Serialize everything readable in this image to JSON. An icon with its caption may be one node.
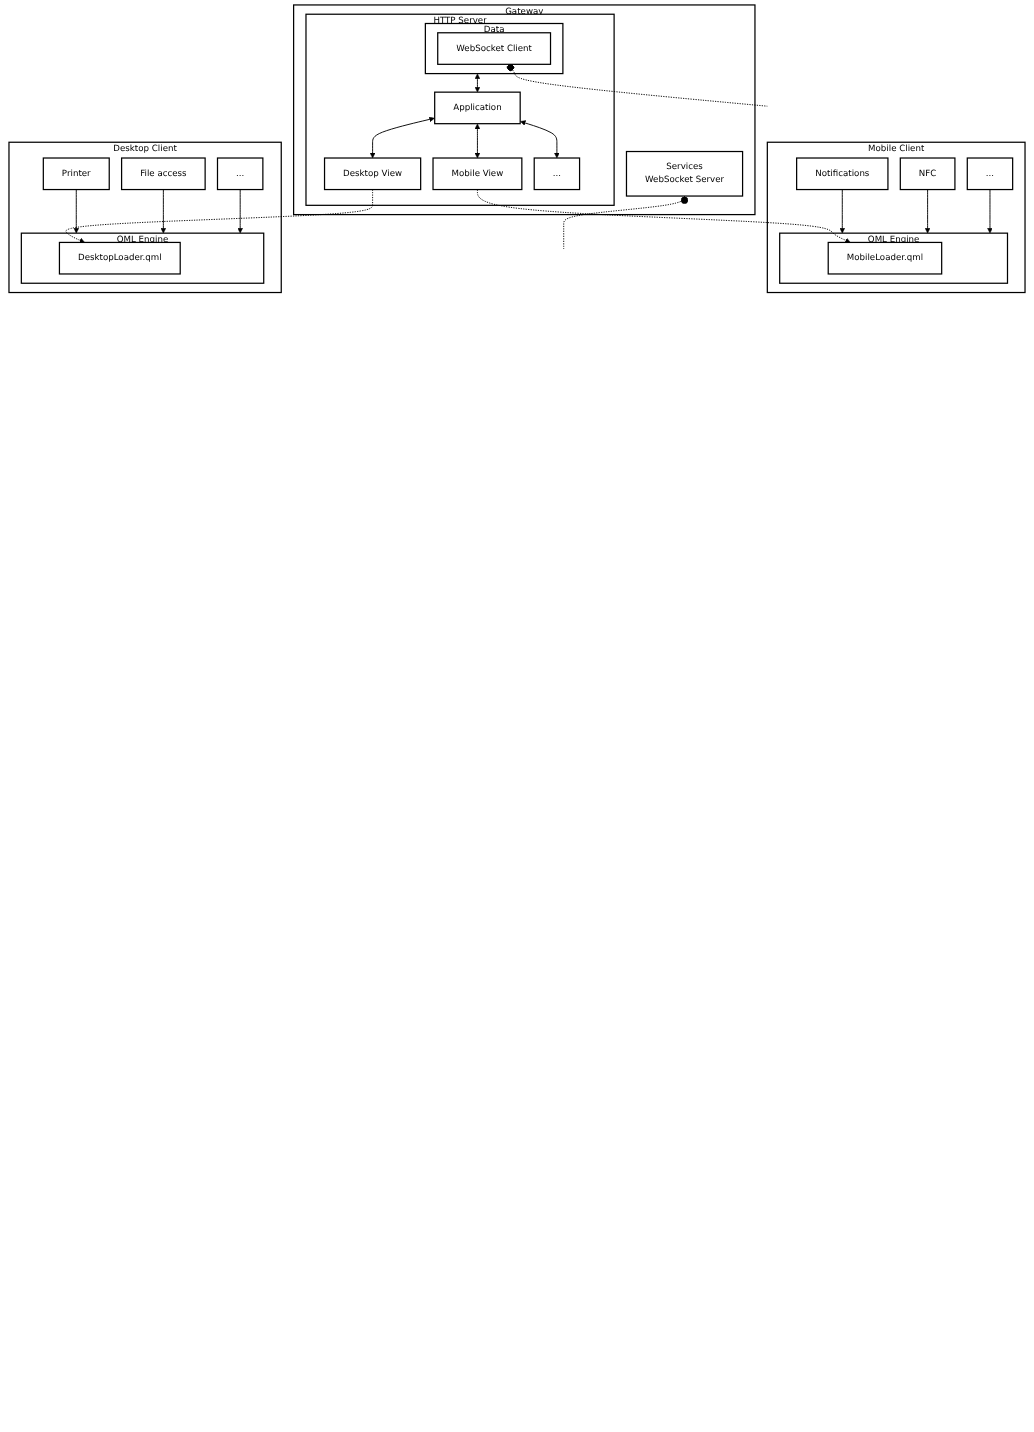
{
  "diagram": {
    "nodes": [
      {
        "text": [
          "Gateway"
        ]
      },
      {
        "text": [
          "Services",
          "WebSocket Server"
        ],
        "in": 0
      },
      {
        "text": [
          "HTTP Server"
        ],
        "in": 0
      },
      {
        "text": [
          "Data"
        ],
        "in": 2
      },
      {
        "text": [
          "WebSocket Client"
        ],
        "in": 3
      },
      {
        "text": [
          "Application"
        ],
        "in": 2
      },
      {
        "text": [
          "Mobile View"
        ],
        "in": 2
      },
      {
        "text": [
          "Desktop View"
        ],
        "in": 2
      },
      {
        "text": [
          "..."
        ],
        "in": 2
      },
      {
        "text": [
          "Mobile Client"
        ]
      },
      {
        "text": [
          "QML Engine"
        ],
        "in": 9
      },
      {
        "text": [
          "MobileLoader.qml"
        ],
        "in": 10
      },
      {
        "text": [
          "Notifications"
        ],
        "in": 9
      },
      {
        "text": [
          "NFC"
        ],
        "in": 9
      },
      {
        "text": [
          "..."
        ],
        "in": 9
      },
      {
        "text": [
          "Desktop Client"
        ]
      },
      {
        "text": [
          "QML Engine"
        ],
        "in": 15
      },
      {
        "text": [
          "DesktopLoader.qml"
        ],
        "in": 16
      },
      {
        "text": [
          "Printer"
        ],
        "in": 15
      },
      {
        "text": [
          "File access"
        ],
        "in": 15
      },
      {
        "text": [
          "..."
        ],
        "in": 15
      }
    ],
    "edges": [
      {
        "from": 1,
        "to": null,
        "arrow": "other",
        "style": "dashed"
      },
      {
        "from": 4,
        "to": null,
        "arrow": "other",
        "style": "dashed"
      },
      {
        "from": 3,
        "to": 5,
        "arrow": "both"
      },
      {
        "from": 5,
        "to": 6,
        "arrow": "both"
      },
      {
        "from": 5,
        "to": 7,
        "arrow": "both"
      },
      {
        "from": 5,
        "to": 8,
        "arrow": "both"
      },
      {
        "from": 6,
        "to": 11,
        "arrow": "to",
        "style": "dashed"
      },
      {
        "from": 7,
        "to": 17,
        "arrow": "to",
        "style": "dashed"
      },
      {
        "from": 12,
        "to": 10,
        "arrow": "to"
      },
      {
        "from": 13,
        "to": 10,
        "arrow": "to"
      },
      {
        "from": 14,
        "to": 10,
        "arrow": "to"
      },
      {
        "from": 18,
        "to": 16,
        "arrow": "to"
      },
      {
        "from": 19,
        "to": 16,
        "arrow": "to"
      },
      {
        "from": 20,
        "to": 16,
        "arrow": "to"
      }
    ]
  }
}
